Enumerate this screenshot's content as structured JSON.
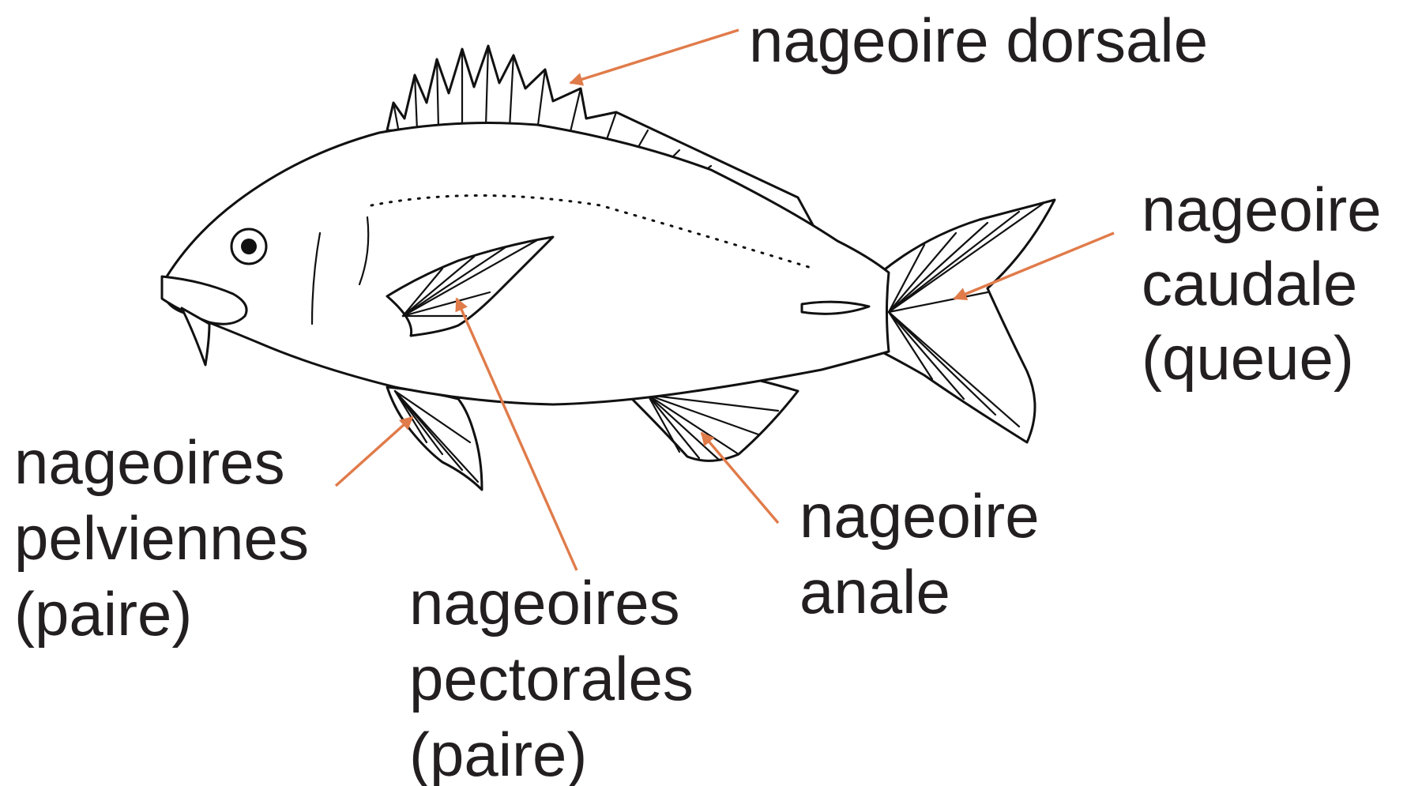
{
  "diagram": {
    "subject": "fish",
    "accent_color": "#e07b4a",
    "outline_color": "#111111",
    "text_color": "#231f20",
    "labels": {
      "dorsale": [
        "nageoire dorsale"
      ],
      "caudale": [
        "nageoire",
        "caudale",
        "(queue)"
      ],
      "pelviennes": [
        "nageoires",
        "pelviennes",
        "(paire)"
      ],
      "pectorales": [
        "nageoires",
        "pectorales",
        "(paire)"
      ],
      "anale": [
        "nageoire",
        "anale"
      ]
    }
  }
}
